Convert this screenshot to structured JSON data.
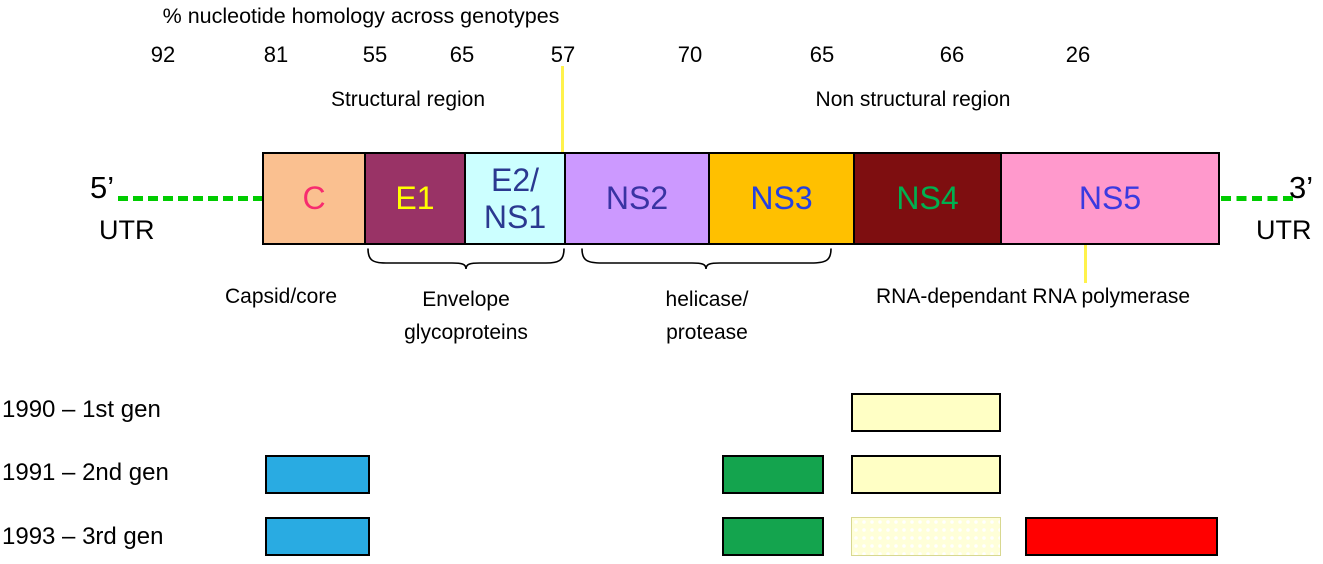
{
  "title": "% nucleotide homology across genotypes",
  "homology": {
    "values": [
      "92",
      "81",
      "55",
      "65",
      "57",
      "70",
      "65",
      "66",
      "26"
    ]
  },
  "region_labels": {
    "structural": "Structural region",
    "non_structural": "Non structural region"
  },
  "genome": {
    "five_prime": "5’",
    "utr_left": "UTR",
    "three_prime": "3’",
    "utr_right": "UTR",
    "dash_color": "#00cc00",
    "segments": [
      {
        "label": "C",
        "bg": "#fac090",
        "fg": "#f72c6f"
      },
      {
        "label": "E1",
        "bg": "#993366",
        "fg": "#ffff00"
      },
      {
        "label": "E2/\nNS1",
        "bg": "#ccffff",
        "fg": "#2b3990"
      },
      {
        "label": "NS2",
        "bg": "#cc99ff",
        "fg": "#3933a3"
      },
      {
        "label": "NS3",
        "bg": "#ffc000",
        "fg": "#2440e0"
      },
      {
        "label": "NS4",
        "bg": "#7e0e10",
        "fg": "#00b050"
      },
      {
        "label": "NS5",
        "bg": "#ff99cc",
        "fg": "#3a3ae0"
      }
    ]
  },
  "annotations": {
    "capsid": "Capsid/core",
    "envelope": "Envelope\nglycoproteins",
    "helicase": "helicase/\nprotease",
    "polymerase": "RNA-dependant RNA polymerase",
    "marker_color": "#fff24b"
  },
  "timeline": {
    "rows": [
      {
        "label": "1990 – 1st gen"
      },
      {
        "label": "1991 – 2nd gen"
      },
      {
        "label": "1993 – 3rd gen"
      }
    ],
    "colors": {
      "blue": "#29abe2",
      "green": "#14a44e",
      "yellow": "#ffffc5",
      "yellow_dotted": "#ffffd9",
      "red": "#ff0000"
    }
  }
}
